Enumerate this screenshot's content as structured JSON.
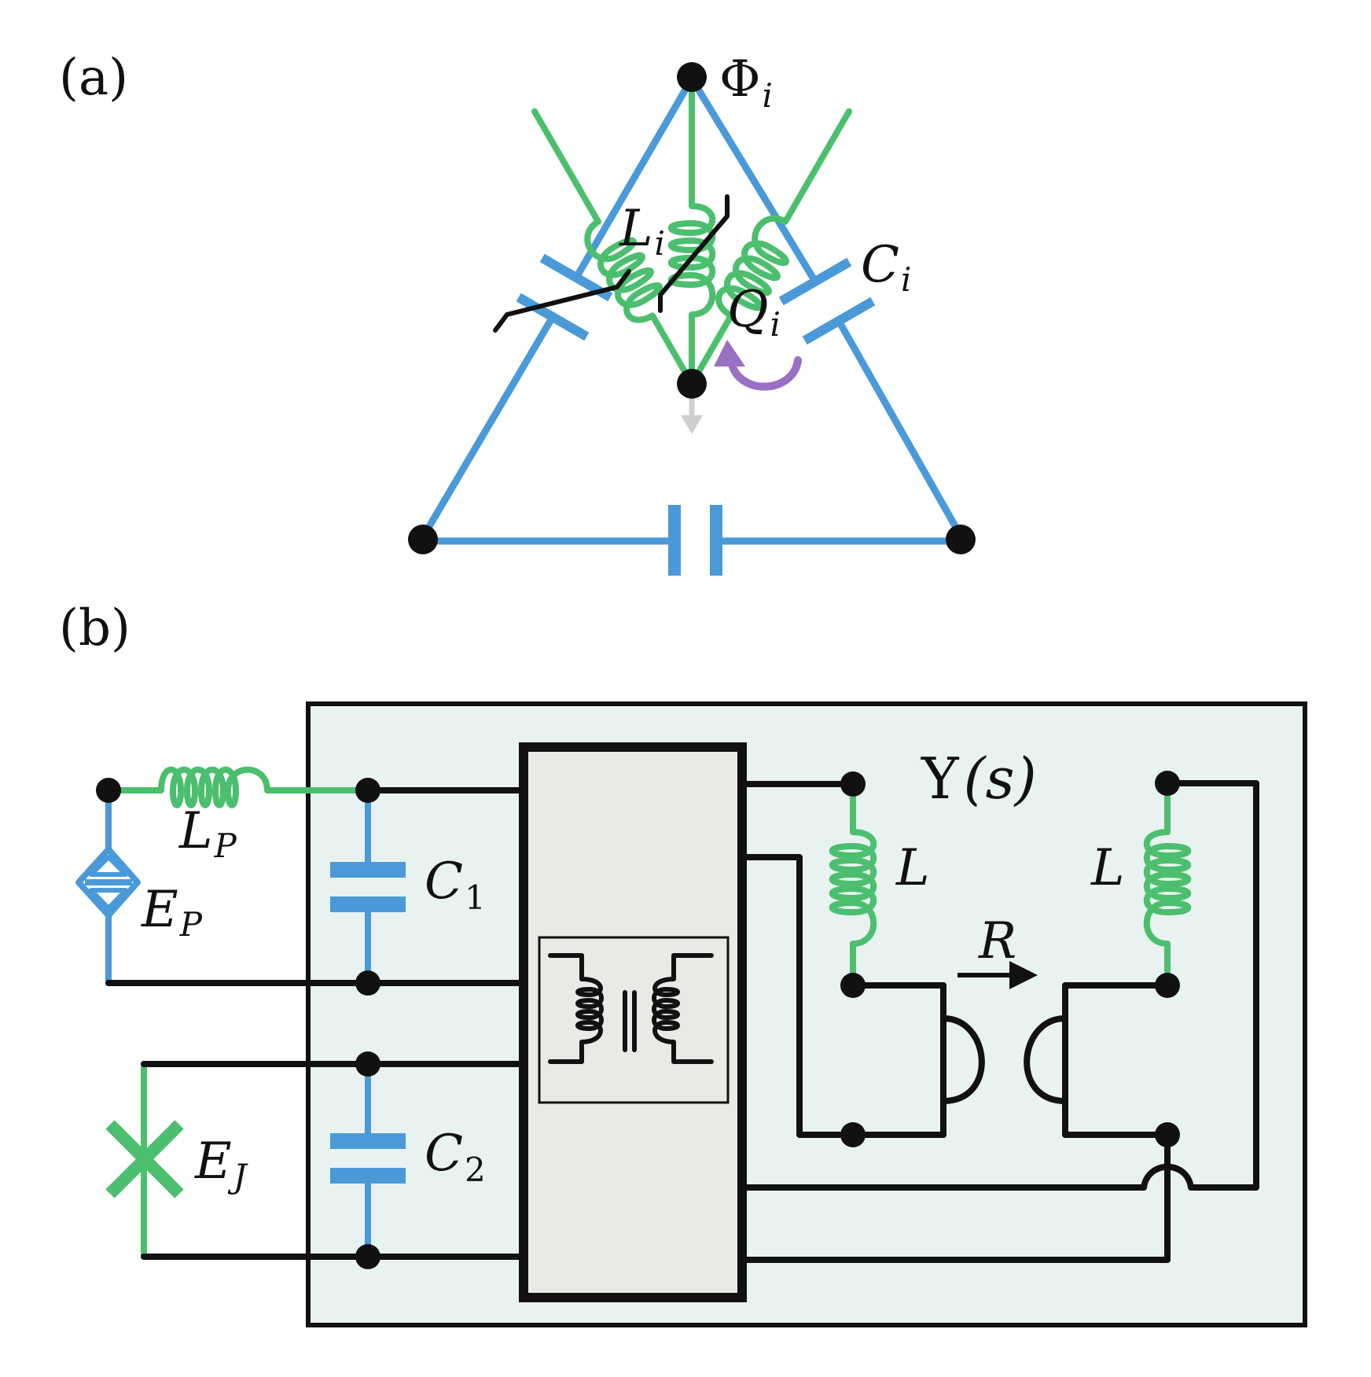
{
  "colors": {
    "capacitor": "#4a9ad9",
    "inductor": "#4cbf6e",
    "wire": "#111111",
    "charge_arrow": "#9a6fc4",
    "ground_arrow": "#cfcfcf",
    "box_fill": "#e8f2f1",
    "block_fill": "#e9eae6"
  },
  "panel_a": {
    "label": "(a)",
    "node_flux": {
      "main": "Φ",
      "sub": "i"
    },
    "inductor": {
      "main": "L",
      "sub": "i"
    },
    "capacitor": {
      "main": "C",
      "sub": "i"
    },
    "charge": {
      "main": "Q",
      "sub": "i"
    }
  },
  "panel_b": {
    "label": "(b)",
    "admittance": {
      "main": "Y",
      "arg": "(s)"
    },
    "LP": {
      "main": "L",
      "sub": "P"
    },
    "EP": {
      "main": "E",
      "sub": "P"
    },
    "C1": {
      "main": "C",
      "sub": "1"
    },
    "C2": {
      "main": "C",
      "sub": "2"
    },
    "EJ": {
      "main": "E",
      "sub": "J"
    },
    "L_left": "L",
    "L_right": "L",
    "R": "R"
  }
}
